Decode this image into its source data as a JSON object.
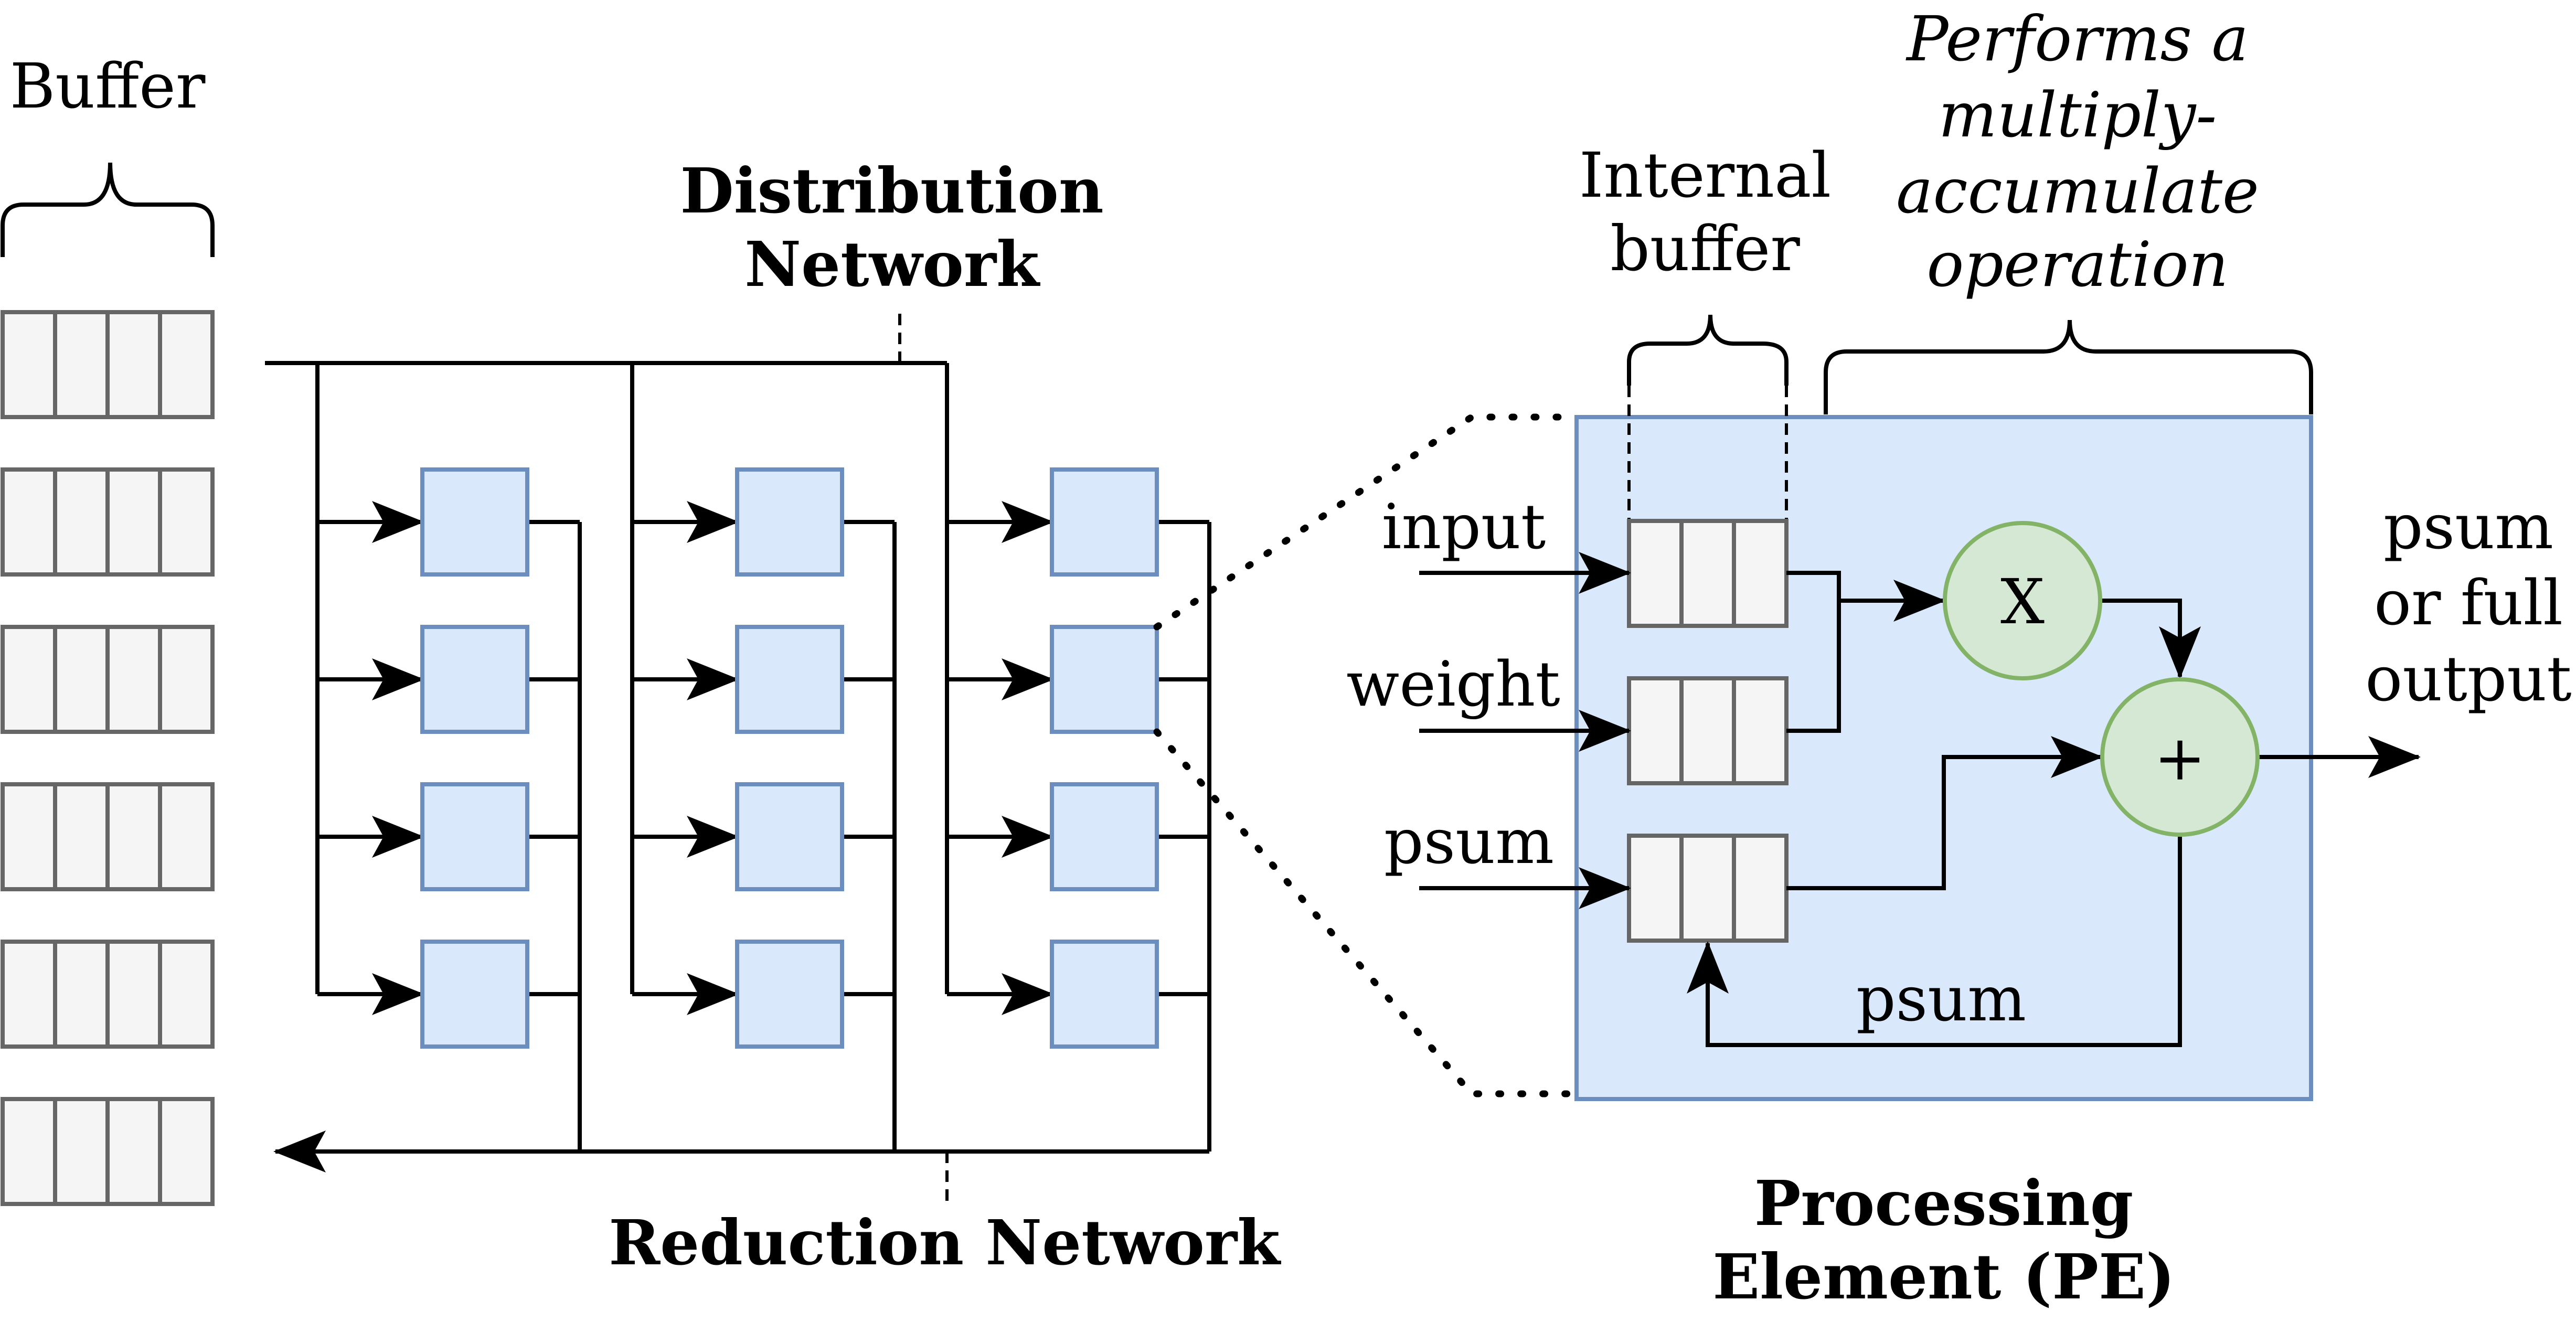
{
  "labels": {
    "buffer": "Buffer",
    "distribution_line1": "Distribution",
    "distribution_line2": "Network",
    "reduction": "Reduction Network",
    "internal_buffer_line1": "Internal",
    "internal_buffer_line2": "buffer",
    "mac_line1": "Performs a",
    "mac_line2": "multiply-",
    "mac_line3": "accumulate",
    "mac_line4": "operation",
    "input": "input",
    "weight": "weight",
    "psum_in": "psum",
    "psum_feedback": "psum",
    "output_line1": "psum",
    "output_line2": "or full",
    "output_line3": "output",
    "multiply_op": "X",
    "add_op": "+",
    "pe_title_line1": "Processing",
    "pe_title_line2": "Element (PE)"
  },
  "colors": {
    "buffer_fill": "#f5f5f5",
    "buffer_stroke": "#666666",
    "pe_fill": "#dae8fc",
    "pe_stroke": "#6c8ebf",
    "op_fill": "#d5e8d4",
    "op_stroke": "#82b366"
  },
  "structure": {
    "buffer_rows": 6,
    "buffer_cells_per_row": 4,
    "pe_columns": 3,
    "pes_per_column": 4,
    "internal_buffers": 3,
    "internal_buffer_cells": 3
  }
}
